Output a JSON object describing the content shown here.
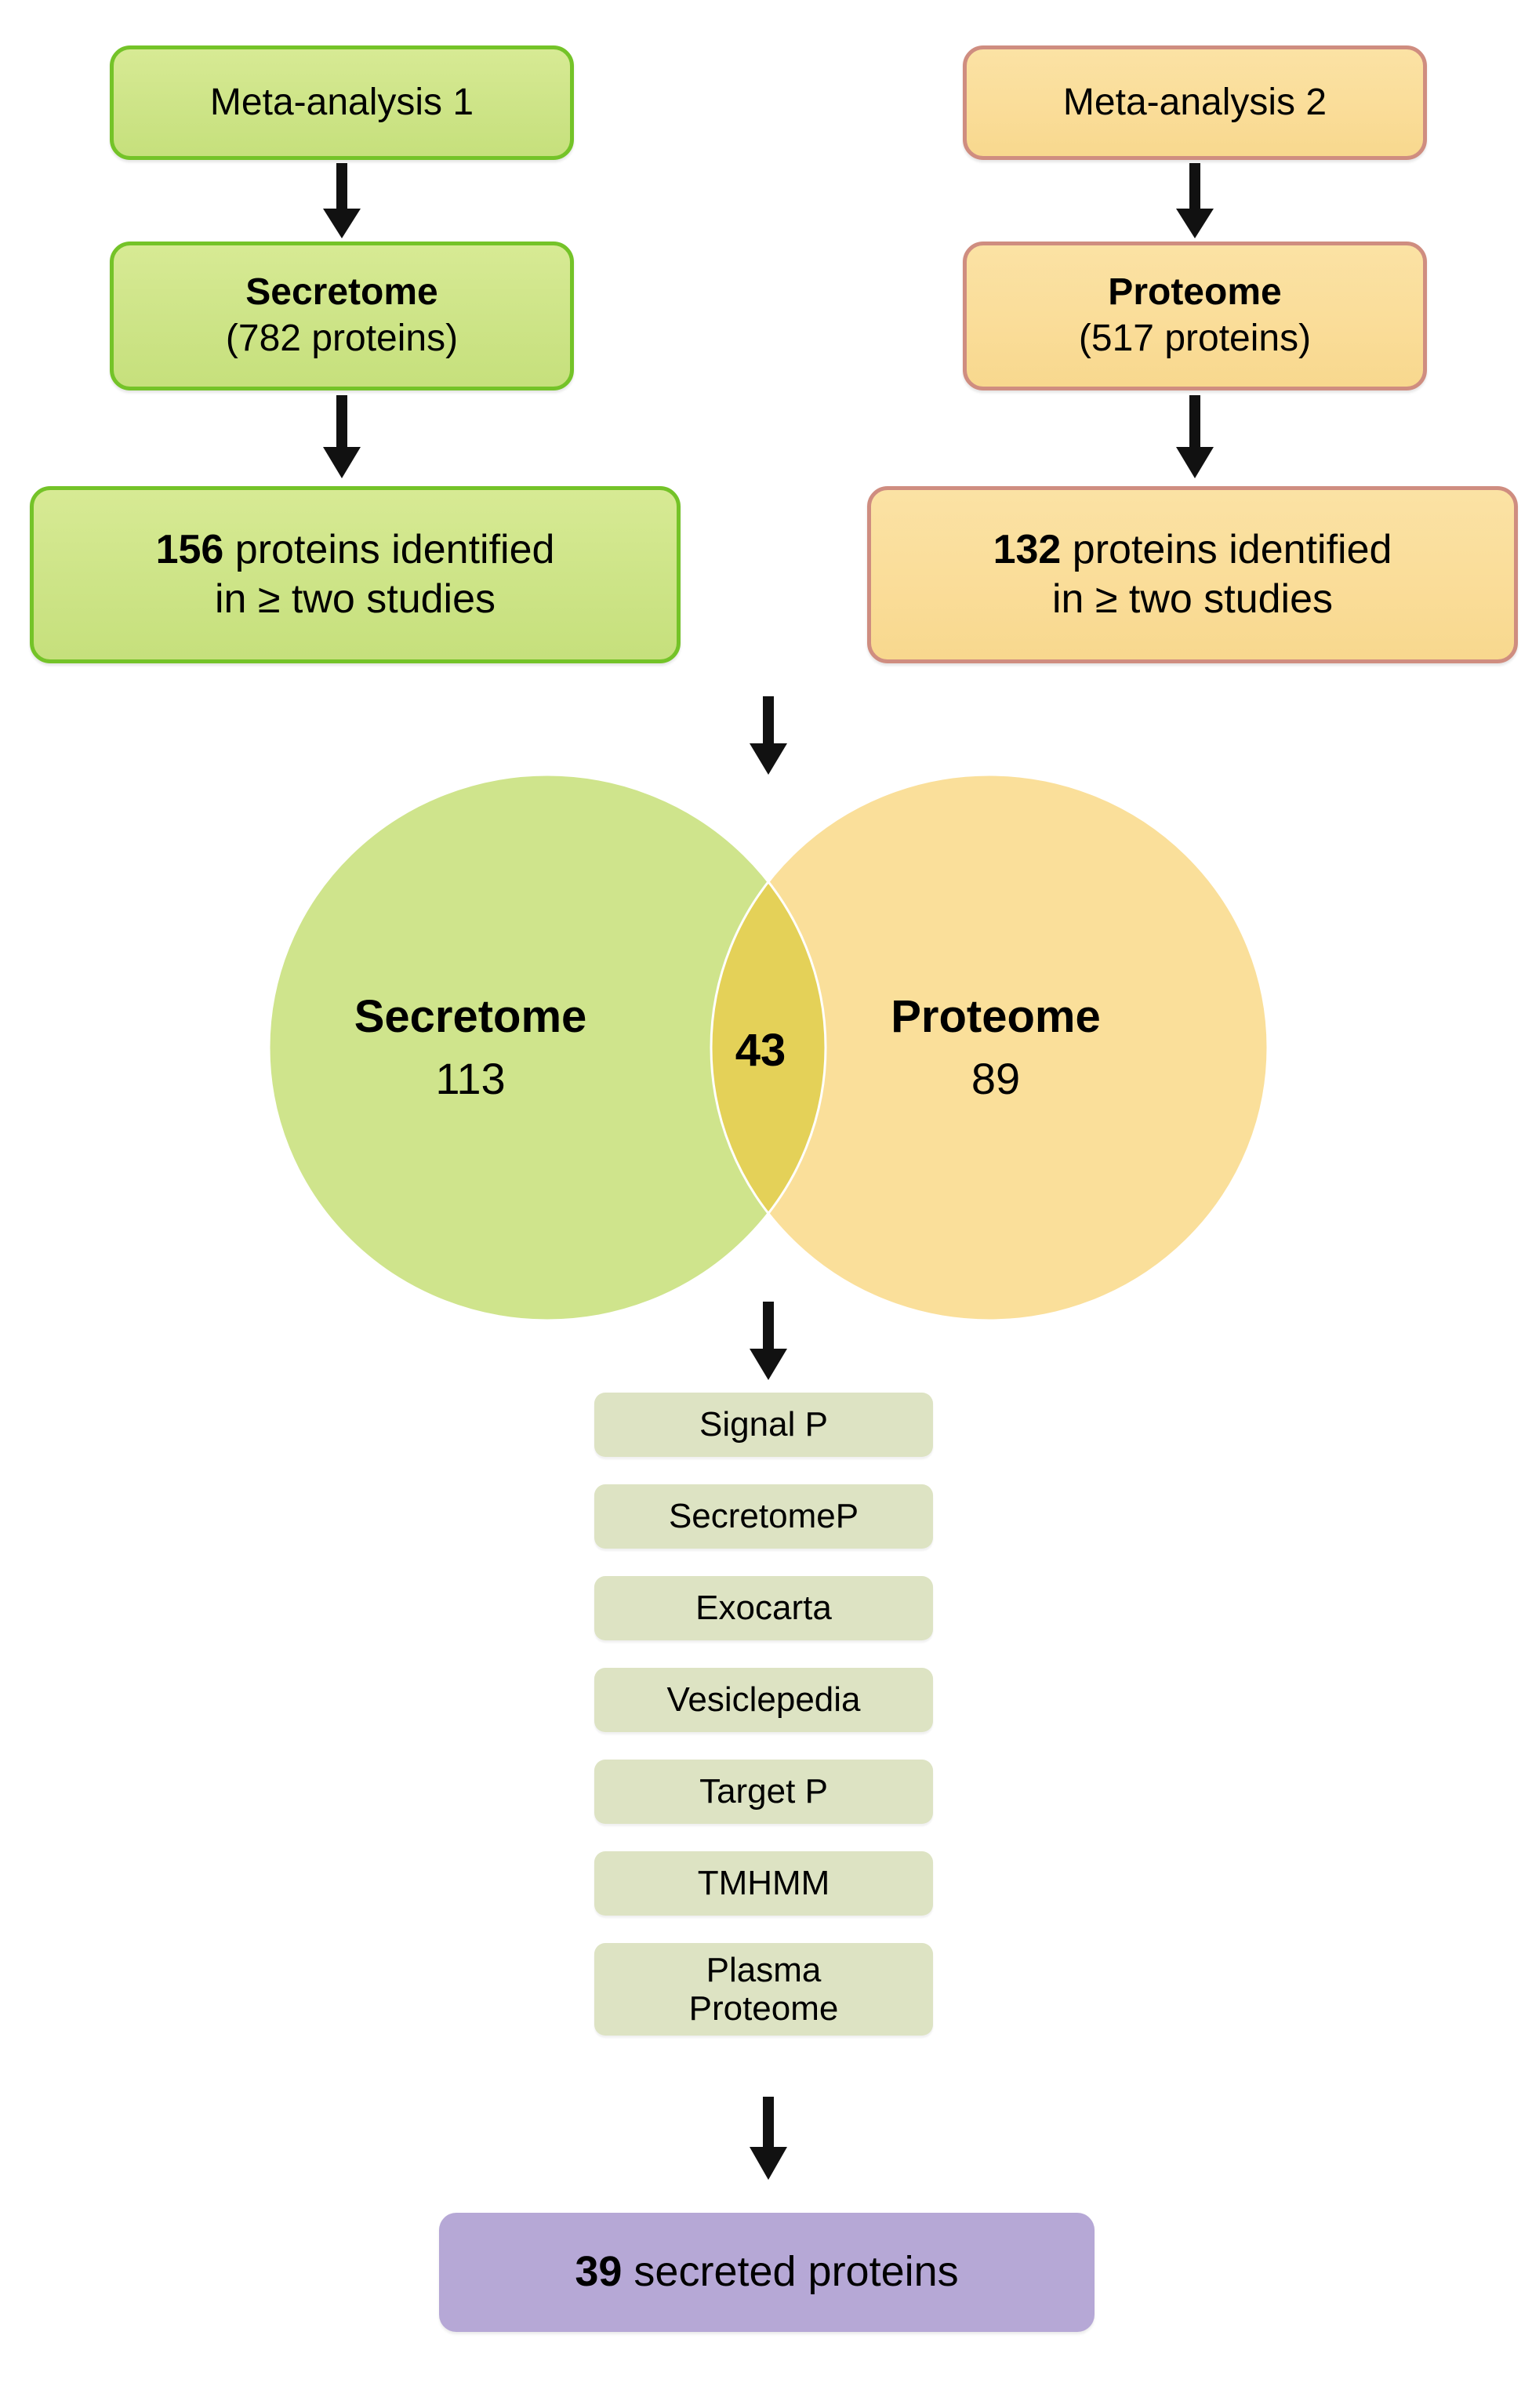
{
  "figure": {
    "type": "flowchart",
    "title": "Secretome / Proteome meta-analysis workflow"
  },
  "row1": {
    "left": {
      "label": "Meta-analysis 1"
    },
    "right": {
      "label": "Meta-analysis 2"
    }
  },
  "row2": {
    "left": {
      "title": "Secretome",
      "subtitle": "(782 proteins)"
    },
    "right": {
      "title": "Proteome",
      "subtitle": "(517 proteins)"
    }
  },
  "row3": {
    "left": {
      "count": "156",
      "line1_rest": " proteins identified",
      "line2": "in ≥ two studies"
    },
    "right": {
      "count": "132",
      "line1_rest": " proteins identified",
      "line2": "in ≥ two studies"
    }
  },
  "venn": {
    "left_label": "Secretome",
    "left_count": "113",
    "right_label": "Proteome",
    "right_count": "89",
    "intersection_count": "43",
    "colors": {
      "left_fill": "#cfe48c",
      "right_fill": "#fadf9a",
      "intersection_fill": "#e4d158"
    }
  },
  "tools": [
    {
      "label": "Signal P"
    },
    {
      "label": "SecretomeP"
    },
    {
      "label": "Exocarta"
    },
    {
      "label": "Vesiclepedia"
    },
    {
      "label": "Target P"
    },
    {
      "label": "TMHMM"
    },
    {
      "label": "Plasma",
      "label2": "Proteome"
    }
  ],
  "result": {
    "count": "39",
    "rest": " secreted proteins",
    "color": "#b6a8d6"
  },
  "chart_data": {
    "type": "venn",
    "title": "Secretome vs Proteome overlap",
    "sets": [
      {
        "name": "Secretome",
        "only": 113,
        "total": 156
      },
      {
        "name": "Proteome",
        "only": 89,
        "total": 132
      }
    ],
    "intersection": 43,
    "final_secreted_proteins": 39,
    "source_counts": {
      "secretome_proteins": 782,
      "proteome_proteins": 517
    }
  }
}
